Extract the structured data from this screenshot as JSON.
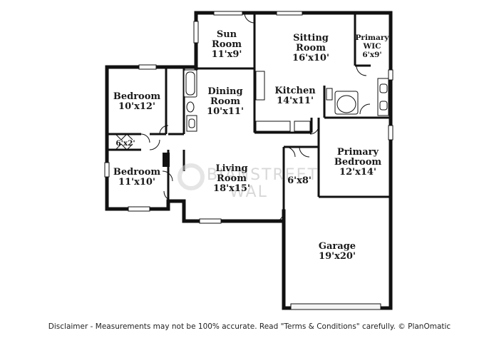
{
  "rooms": {
    "sun_room": {
      "name": "Sun Room",
      "line1": "Sun",
      "line2": "Room",
      "dims": "11'x9'"
    },
    "sitting_room": {
      "line1": "Sitting",
      "line2": "Room",
      "dims": "16'x10'"
    },
    "primary_wic": {
      "line1": "Primary",
      "line2": "WIC",
      "dims": "6'x9'"
    },
    "bedroom_1": {
      "line1": "Bedroom",
      "dims": "10'x12'"
    },
    "dining_room": {
      "line1": "Dining",
      "line2": "Room",
      "dims": "10'x11'"
    },
    "kitchen": {
      "line1": "Kitchen",
      "dims": "14'x11'"
    },
    "closet": {
      "dims": "6'x2'"
    },
    "primary_bedroom": {
      "line1": "Primary",
      "line2": "Bedroom",
      "dims": "12'x14'"
    },
    "bedroom_2": {
      "line1": "Bedroom",
      "dims": "11'x10'"
    },
    "living_room": {
      "line1": "Living",
      "line2": "Room",
      "dims": "18'x15'"
    },
    "laundry": {
      "dims": "6'x8'"
    },
    "garage": {
      "line1": "Garage",
      "dims": "19'x20'"
    }
  },
  "watermark": {
    "line1": "BIANSTREET",
    "line2": "WAL"
  },
  "disclaimer": "Disclaimer - Measurements may not be 100% accurate. Read \"Terms & Conditions\" carefully. © PlanOmatic"
}
